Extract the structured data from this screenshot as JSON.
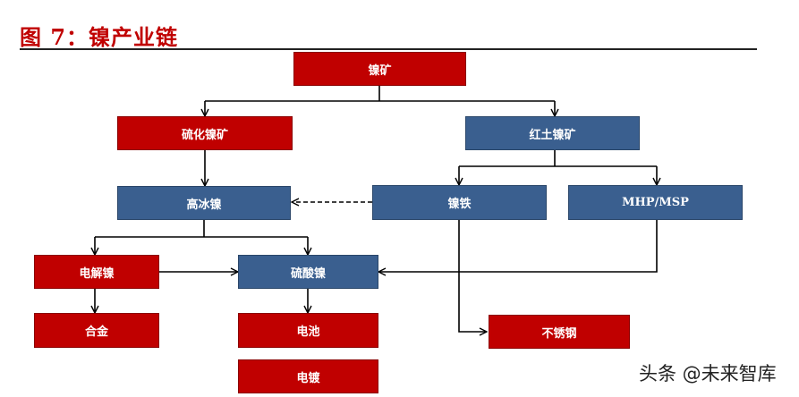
{
  "title": "图 7：镍产业链",
  "nodes": {
    "nickel_ore": "镍矿",
    "sulfide_ore": "硫化镍矿",
    "laterite_ore": "红土镍矿",
    "high_ice_nickel": "高冰镍",
    "ferronickel": "镍铁",
    "mhp_msp": "MHP/MSP",
    "electrolytic_nickel": "电解镍",
    "nickel_sulfate": "硫酸镍",
    "alloy": "合金",
    "battery": "电池",
    "stainless_steel": "不锈钢",
    "electroplating": "电镀"
  },
  "watermark": "头条 @未来智库",
  "colors": {
    "red": "#C00000",
    "blue": "#3A5F8F",
    "line": "#000000"
  }
}
